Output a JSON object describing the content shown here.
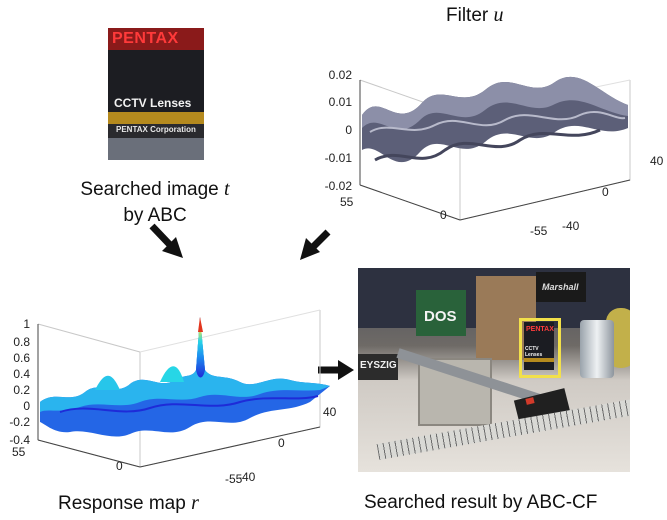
{
  "captions": {
    "searched_image_line1": "Searched image",
    "searched_image_symbol": "t",
    "searched_image_line2": "by ABC",
    "filter_title": "Filter",
    "filter_symbol": "u",
    "response_map": "Response map",
    "response_symbol": "r",
    "searched_result": "Searched result by ABC-CF"
  },
  "searched_image": {
    "brand_top": "PENTAX",
    "product": "CCTV Lenses",
    "company": "PENTAX Corporation"
  },
  "filter_plot": {
    "z_ticks": [
      "0.02",
      "0.01",
      "0",
      "-0.01",
      "-0.02"
    ],
    "x_ticks": [
      "55",
      "0",
      "-55"
    ],
    "y_ticks": [
      "40",
      "0",
      "-40"
    ],
    "surface_color": "#6b6e86"
  },
  "response_plot": {
    "z_ticks": [
      "1",
      "0.8",
      "0.6",
      "0.4",
      "0.2",
      "0",
      "-0.2",
      "-0.4"
    ],
    "x_ticks": [
      "55",
      "0",
      "-55"
    ],
    "y_ticks": [
      "40",
      "0",
      "-40"
    ],
    "colormap": [
      "#1e2bd8",
      "#1d8ef0",
      "#27d6e6",
      "#f2e63a",
      "#e2361e"
    ]
  },
  "result_photo": {
    "labels": [
      "DOS",
      "PENTAX",
      "CCTV Lenses",
      "EYSZIG",
      "Marshall"
    ],
    "box_color": "#f2e04a"
  },
  "arrow_color": "#111111"
}
